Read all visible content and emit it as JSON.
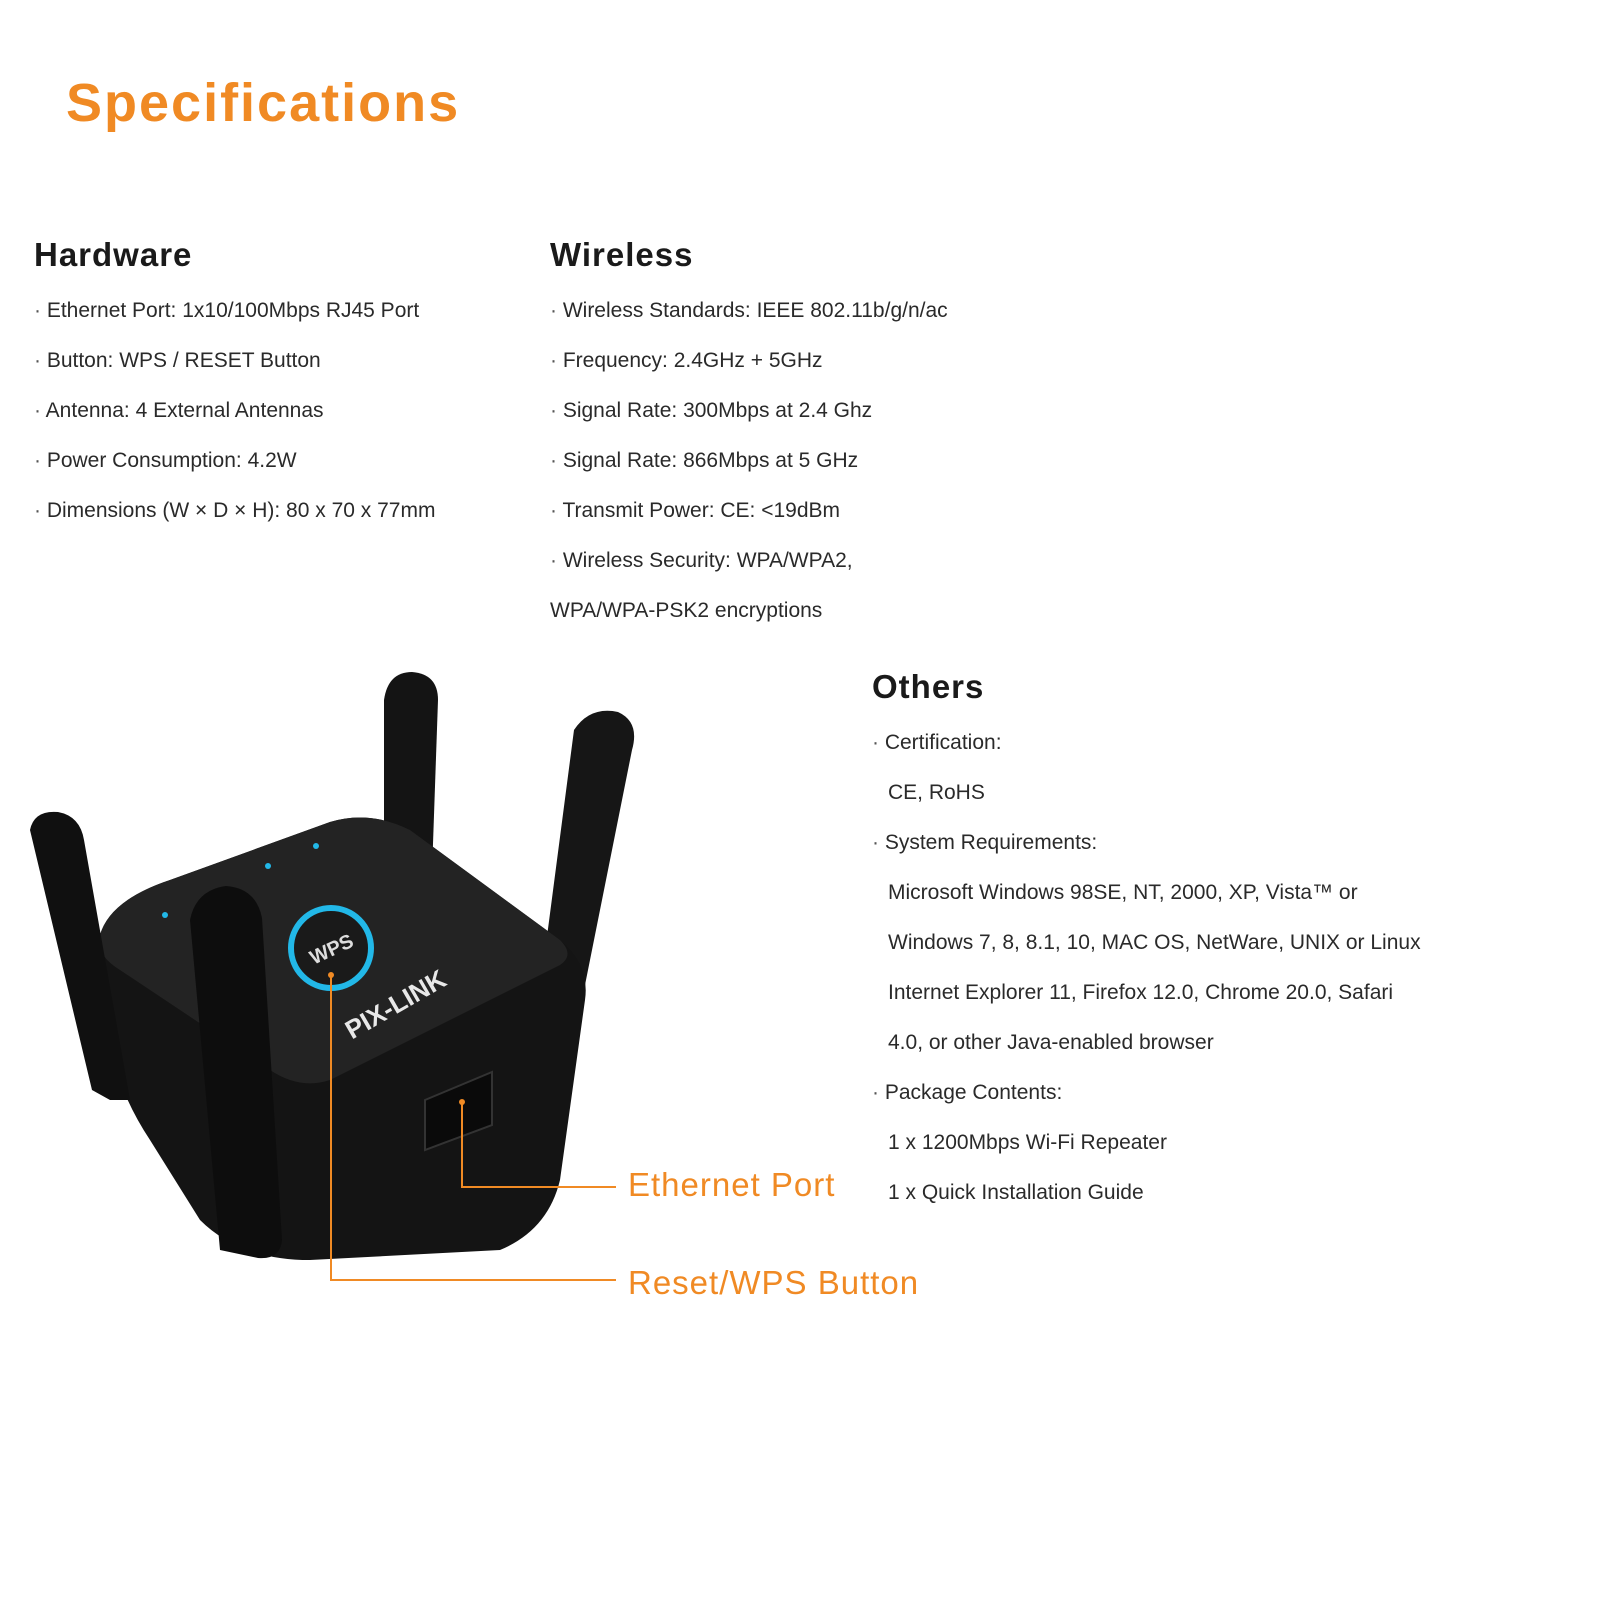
{
  "title": "Specifications",
  "hardware": {
    "heading": "Hardware",
    "items": [
      "Ethernet Port: 1x10/100Mbps RJ45 Port",
      "Button: WPS / RESET Button",
      "Antenna: 4 External Antennas",
      "Power Consumption: 4.2W",
      "Dimensions (W × D × H): 80 x 70 x 77mm"
    ]
  },
  "wireless": {
    "heading": "Wireless",
    "items": [
      " Wireless Standards: IEEE 802.11b/g/n/ac",
      "Frequency: 2.4GHz + 5GHz",
      "Signal Rate: 300Mbps at 2.4 Ghz",
      "Signal Rate: 866Mbps at 5 GHz",
      "Transmit Power: CE: <19dBm",
      "Wireless Security: WPA/WPA2,",
      "WPA/WPA-PSK2 encryptions"
    ]
  },
  "others": {
    "heading": "Others",
    "items": [
      "Certification:",
      "CE, RoHS",
      "System Requirements:",
      "Microsoft Windows 98SE, NT, 2000, XP, Vista™ or",
      "Windows 7, 8, 8.1, 10, MAC OS, NetWare, UNIX or Linux",
      "Internet Explorer 11, Firefox 12.0, Chrome 20.0, Safari",
      "4.0, or other Java-enabled browser",
      "Package Contents:",
      "1 x 1200Mbps Wi-Fi Repeater",
      "1 x Quick Installation Guide"
    ]
  },
  "device": {
    "brand_logo": "PIX-LINK",
    "wps_label": "WPS"
  },
  "callouts": {
    "ethernet_port": "Ethernet Port",
    "reset_wps": "Reset/WPS Button"
  },
  "colors": {
    "accent": "#f08a24",
    "led": "#22b8e8",
    "device": "#141414"
  }
}
